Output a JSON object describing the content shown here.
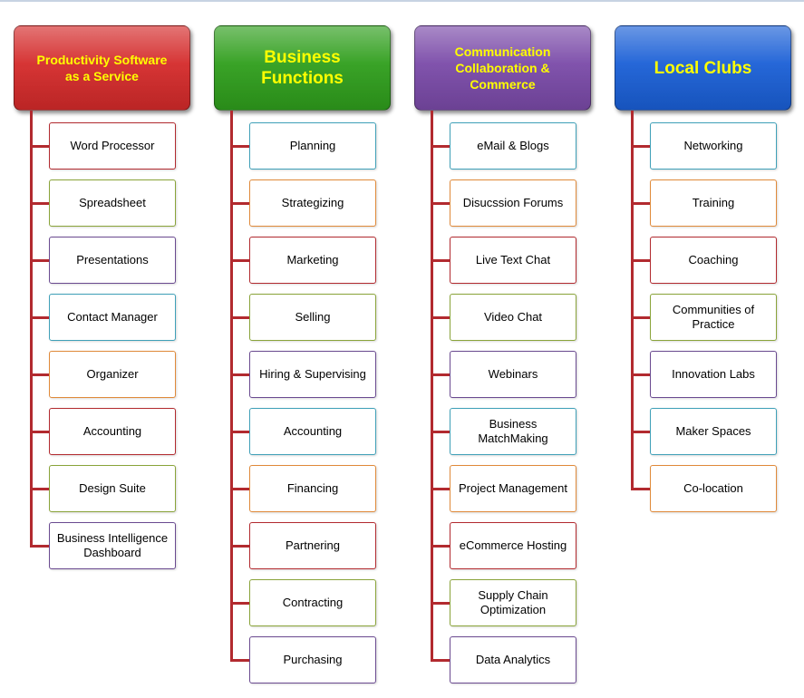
{
  "columns": [
    {
      "title": "Productivity Software as a Service",
      "color": "#d42a2a",
      "items": [
        "Word Processor",
        "Spreadsheet",
        "Presentations",
        "Contact Manager",
        "Organizer",
        "Accounting",
        "Design Suite",
        "Business Intelligence Dashboard"
      ]
    },
    {
      "title": "Business Functions",
      "color": "#2f9e1c",
      "items": [
        "Planning",
        "Strategizing",
        "Marketing",
        "Selling",
        "Hiring & Supervising",
        "Accounting",
        "Financing",
        "Partnering",
        "Contracting",
        "Purchasing"
      ]
    },
    {
      "title": "Communication Collaboration & Commerce",
      "color": "#7a4aa8",
      "items": [
        "eMail & Blogs",
        "Disucssion Forums",
        "Live Text Chat",
        "Video Chat",
        "Webinars",
        "Business MatchMaking",
        "Project Management",
        "eCommerce Hosting",
        "Supply Chain Optimization",
        "Data Analytics"
      ]
    },
    {
      "title": "Local Clubs",
      "color": "#1a5fd6",
      "items": [
        "Networking",
        "Training",
        "Coaching",
        "Communities of Practice",
        "Innovation Labs",
        "Maker Spaces",
        "Co-location"
      ]
    }
  ],
  "item_border_colors": [
    "#b22a2f",
    "#8aa43a",
    "#6a4a90",
    "#3fa0b8",
    "#e08a3a"
  ]
}
